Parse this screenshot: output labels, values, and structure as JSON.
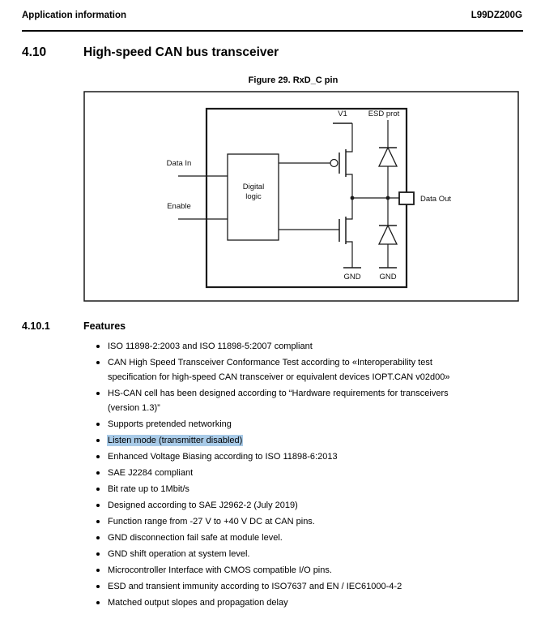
{
  "header": {
    "left": "Application information",
    "right": "L99DZ200G"
  },
  "section": {
    "number": "4.10",
    "title": "High-speed CAN bus transceiver"
  },
  "figure": {
    "caption": "Figure 29. RxD_C pin",
    "labels": {
      "v1": "V1",
      "esd_prot": "ESD prot",
      "data_in": "Data In",
      "enable": "Enable",
      "digital_logic_line1": "Digital",
      "digital_logic_line2": "logic",
      "data_out": "Data Out",
      "gnd_left": "GND",
      "gnd_right": "GND"
    }
  },
  "subsection": {
    "number": "4.10.1",
    "title": "Features"
  },
  "features": [
    {
      "text": "ISO 11898-2:2003 and ISO 11898-5:2007 compliant",
      "highlighted": false
    },
    {
      "text": "CAN High Speed Transceiver Conformance Test according to «Interoperability test specification for high-speed CAN transceiver or equivalent devices IOPT.CAN v02d00»",
      "highlighted": false
    },
    {
      "text": "HS-CAN cell has been designed according to “Hardware requirements for transceivers (version 1.3)”",
      "highlighted": false
    },
    {
      "text": "Supports pretended networking",
      "highlighted": false
    },
    {
      "text": "Listen mode (transmitter disabled)",
      "highlighted": true
    },
    {
      "text": "Enhanced Voltage Biasing according to ISO 11898-6:2013",
      "highlighted": false
    },
    {
      "text": "SAE J2284 compliant",
      "highlighted": false
    },
    {
      "text": "Bit rate up to 1Mbit/s",
      "highlighted": false
    },
    {
      "text": "Designed according to SAE J2962-2 (July 2019)",
      "highlighted": false
    },
    {
      "text": "Function range from -27 V to +40 V DC at CAN pins.",
      "highlighted": false
    },
    {
      "text": "GND disconnection fail safe at module level.",
      "highlighted": false
    },
    {
      "text": "GND shift operation at system level.",
      "highlighted": false
    },
    {
      "text": "Microcontroller Interface with CMOS compatible I/O pins.",
      "highlighted": false
    },
    {
      "text": "ESD and transient immunity according to ISO7637 and EN / IEC61000-4-2",
      "highlighted": false
    },
    {
      "text": "Matched output slopes and propagation delay",
      "highlighted": false
    }
  ],
  "colors": {
    "highlight": "#a9cbe8",
    "text": "#000000",
    "line": "#1a1a1a"
  }
}
